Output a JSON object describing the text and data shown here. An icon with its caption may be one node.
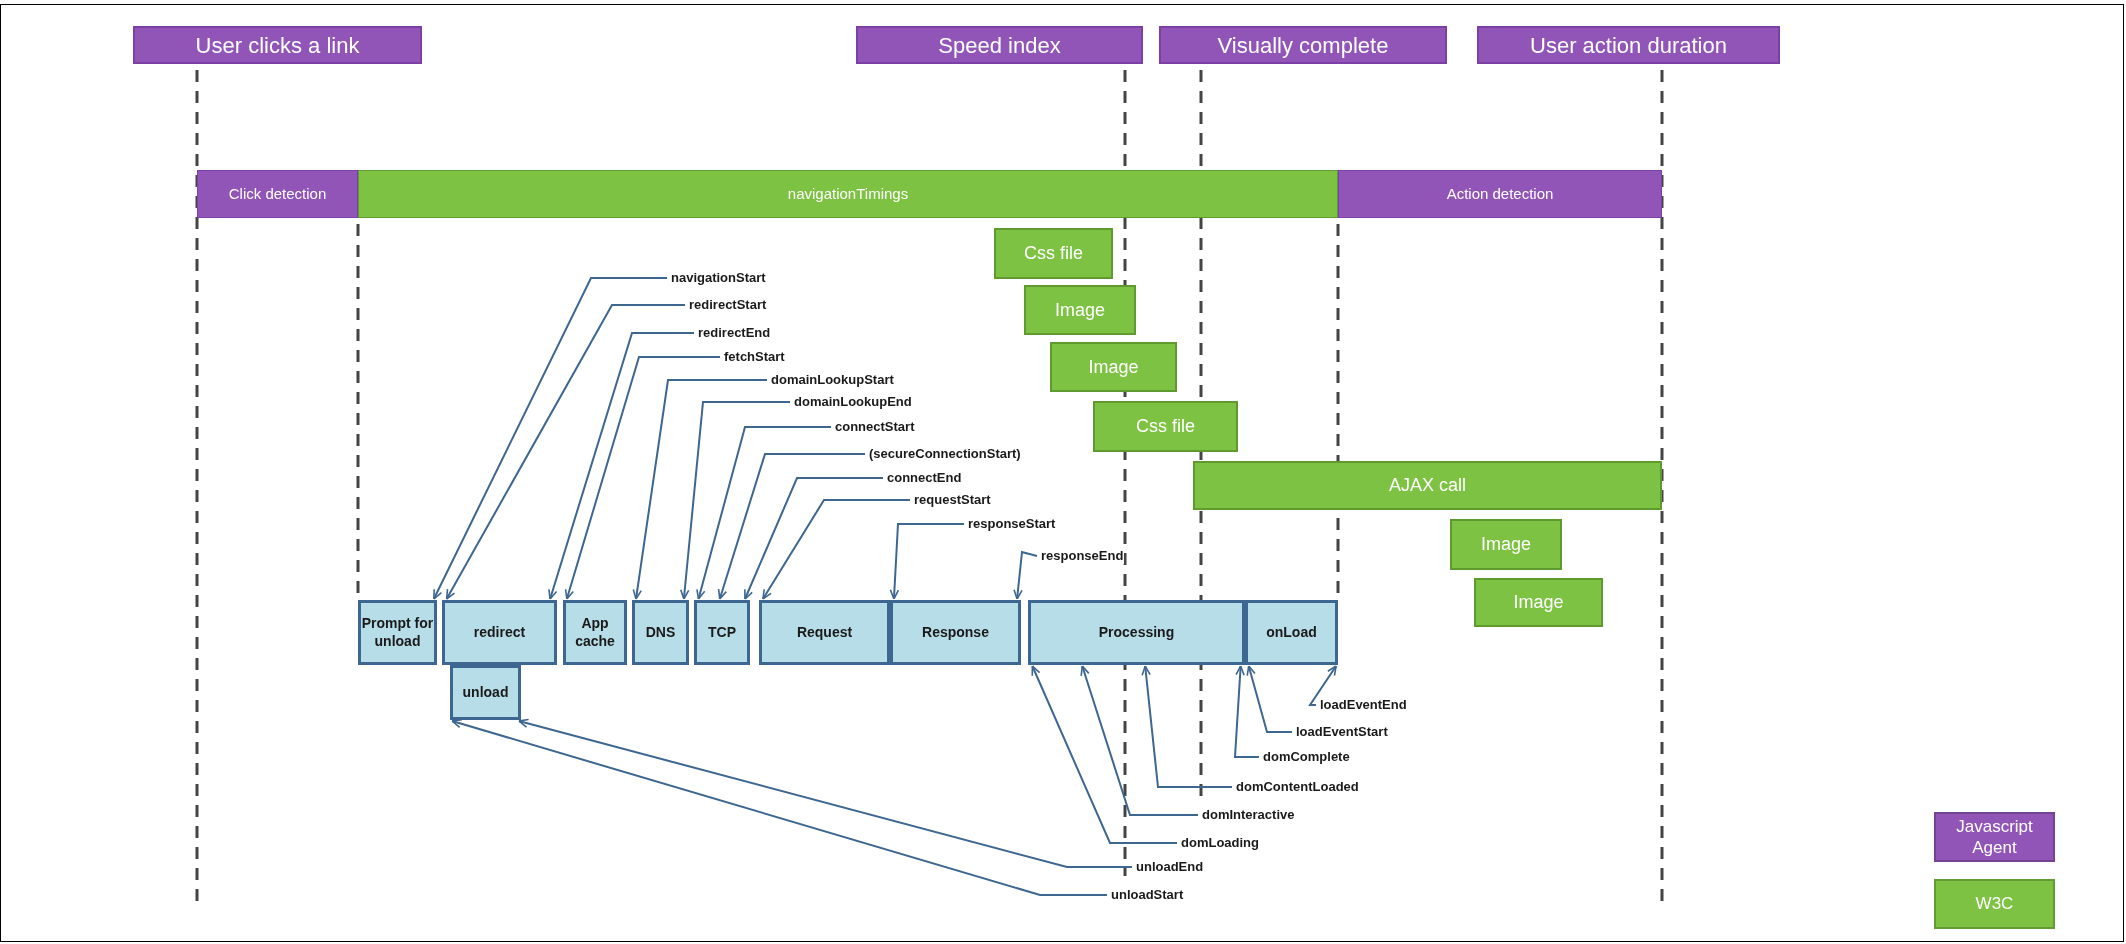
{
  "diagram": {
    "nodes": [
      {
        "text": [
          "User clicks a link"
        ]
      },
      {
        "text": [
          "Speed index"
        ]
      },
      {
        "text": [
          "Visually complete"
        ]
      },
      {
        "text": [
          "User action duration"
        ]
      },
      {
        "text": [
          "Click detection"
        ]
      },
      {
        "text": [
          "navigationTimings"
        ]
      },
      {
        "text": [
          "Action detection"
        ]
      },
      {
        "text": [
          "Css file"
        ]
      },
      {
        "text": [
          "Image"
        ]
      },
      {
        "text": [
          "Image"
        ]
      },
      {
        "text": [
          "Css file"
        ]
      },
      {
        "text": [
          "AJAX call"
        ]
      },
      {
        "text": [
          "Image"
        ]
      },
      {
        "text": [
          "Image"
        ]
      },
      {
        "text": [
          "navigationStart"
        ]
      },
      {
        "text": [
          "redirectStart"
        ]
      },
      {
        "text": [
          "redirectEnd"
        ]
      },
      {
        "text": [
          "fetchStart"
        ]
      },
      {
        "text": [
          "domainLookupStart"
        ]
      },
      {
        "text": [
          "domainLookupEnd"
        ]
      },
      {
        "text": [
          "connectStart"
        ]
      },
      {
        "text": [
          "(secureConnectionStart)"
        ]
      },
      {
        "text": [
          "connectEnd"
        ]
      },
      {
        "text": [
          "requestStart"
        ]
      },
      {
        "text": [
          "responseStart"
        ]
      },
      {
        "text": [
          "responseEnd"
        ]
      },
      {
        "text": [
          "Prompt for unload"
        ]
      },
      {
        "text": [
          "redirect"
        ]
      },
      {
        "text": [
          "unload"
        ]
      },
      {
        "text": [
          "App cache"
        ]
      },
      {
        "text": [
          "DNS"
        ]
      },
      {
        "text": [
          "TCP"
        ]
      },
      {
        "text": [
          "Request"
        ]
      },
      {
        "text": [
          "Response"
        ]
      },
      {
        "text": [
          "Processing"
        ]
      },
      {
        "text": [
          "onLoad"
        ]
      },
      {
        "text": [
          "loadEventEnd"
        ]
      },
      {
        "text": [
          "loadEventStart"
        ]
      },
      {
        "text": [
          "domComplete"
        ]
      },
      {
        "text": [
          "domContentLoaded"
        ]
      },
      {
        "text": [
          "domInteractive"
        ]
      },
      {
        "text": [
          "domLoading"
        ]
      },
      {
        "text": [
          "unloadEnd"
        ]
      },
      {
        "text": [
          "unloadStart"
        ]
      }
    ],
    "edges": [
      {
        "from": 14,
        "to": 26,
        "arrow": "to"
      },
      {
        "from": 15,
        "to": 27,
        "arrow": "to"
      },
      {
        "from": 16,
        "to": 27,
        "arrow": "to"
      },
      {
        "from": 17,
        "to": 29,
        "arrow": "to"
      },
      {
        "from": 18,
        "to": 30,
        "arrow": "to"
      },
      {
        "from": 19,
        "to": 30,
        "arrow": "to"
      },
      {
        "from": 20,
        "to": 31,
        "arrow": "to"
      },
      {
        "from": 21,
        "to": 31,
        "arrow": "to"
      },
      {
        "from": 22,
        "to": 31,
        "arrow": "to"
      },
      {
        "from": 23,
        "to": 32,
        "arrow": "to"
      },
      {
        "from": 24,
        "to": 33,
        "arrow": "to"
      },
      {
        "from": 25,
        "to": 33,
        "arrow": "to"
      },
      {
        "from": 36,
        "to": 35,
        "arrow": "to"
      },
      {
        "from": 37,
        "to": 35,
        "arrow": "to"
      },
      {
        "from": 38,
        "to": 34,
        "arrow": "to"
      },
      {
        "from": 39,
        "to": 34,
        "arrow": "to"
      },
      {
        "from": 40,
        "to": 34,
        "arrow": "to"
      },
      {
        "from": 41,
        "to": 34,
        "arrow": "to"
      },
      {
        "from": 42,
        "to": 28,
        "arrow": "to"
      },
      {
        "from": 43,
        "to": 28,
        "arrow": "to"
      }
    ],
    "legend": [
      {
        "text": "Javascript Agent",
        "color": "#9155b8"
      },
      {
        "text": "W3C",
        "color": "#7dc242"
      }
    ]
  }
}
